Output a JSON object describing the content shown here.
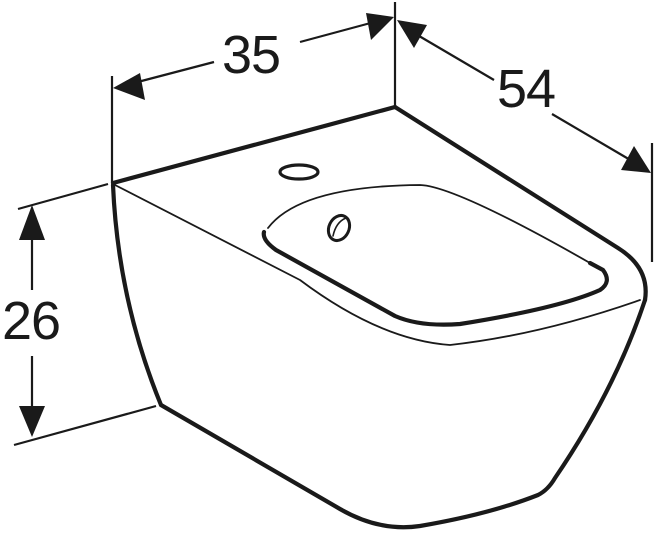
{
  "drawing": {
    "subject": "wall-hung bidet, dimensioned isometric line drawing",
    "line_color": "#1a1a1a",
    "background": "#ffffff"
  },
  "dimensions": {
    "width": {
      "value": "35",
      "label": "35"
    },
    "depth": {
      "value": "54",
      "label": "54"
    },
    "height": {
      "value": "26",
      "label": "26"
    }
  },
  "features": {
    "tap_hole": "tap-hole",
    "overflow_hole": "overflow-hole",
    "bowl": "bowl-opening"
  }
}
